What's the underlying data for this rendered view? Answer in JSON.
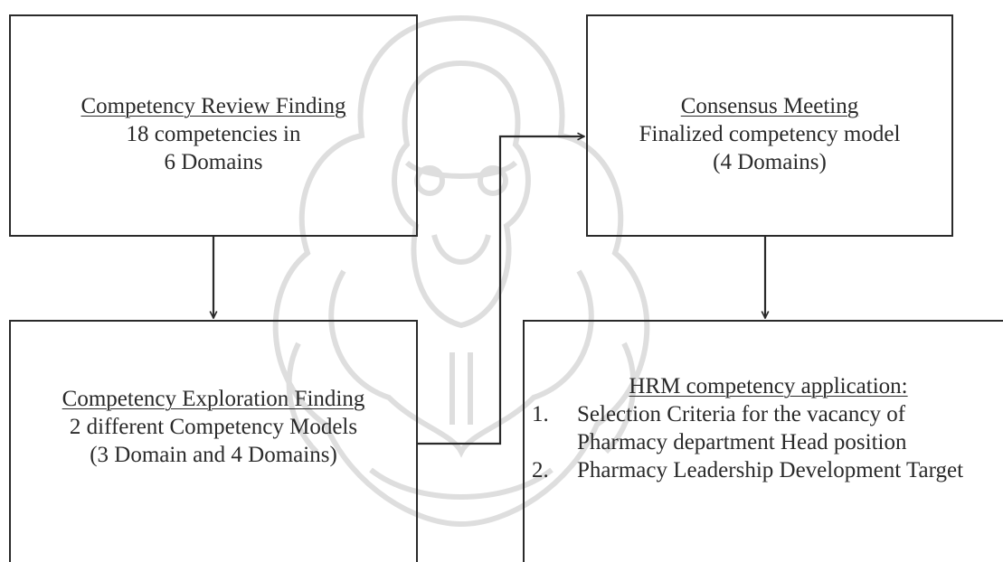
{
  "diagram": {
    "review": {
      "heading": "Competency Review Finding",
      "line1": "18 competencies in",
      "line2": "6 Domains"
    },
    "consensus": {
      "heading": "Consensus Meeting",
      "line1": "Finalized competency model",
      "line2": "(4 Domains)"
    },
    "exploration": {
      "heading": "Competency Exploration Finding",
      "line1": "2 different Competency Models",
      "line2": "(3 Domain and 4 Domains)"
    },
    "application": {
      "heading": "HRM competency application:",
      "items": [
        {
          "num": "1.",
          "text": "Selection Criteria for the vacancy of Pharmacy department Head position"
        },
        {
          "num": "2.",
          "text": "Pharmacy Leadership Development Target"
        }
      ]
    }
  },
  "colors": {
    "line": "#2a2a2a",
    "text": "#2a2a2a",
    "watermark": "#3a3a3a"
  }
}
